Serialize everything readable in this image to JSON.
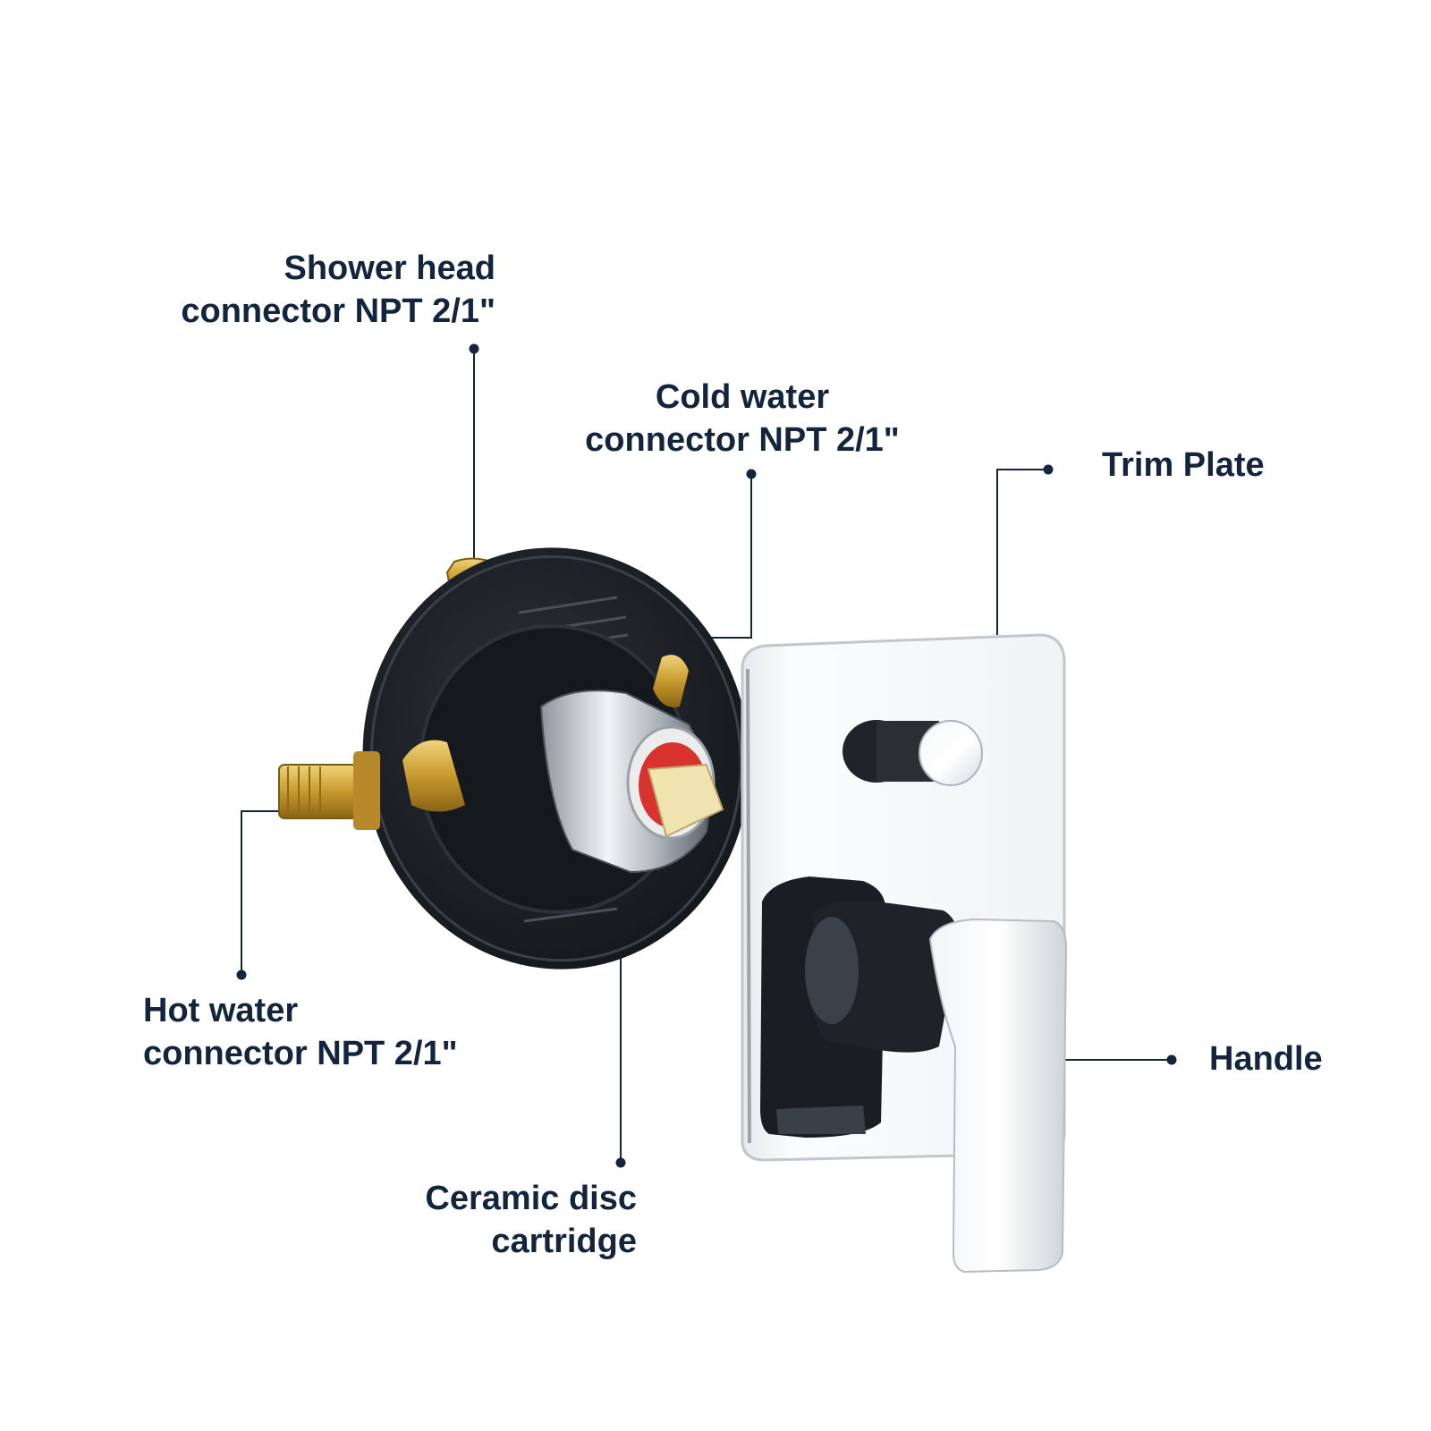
{
  "colors": {
    "label_text": "#13253c",
    "leader_line": "#13253c",
    "brass": "#c9a23a",
    "black_plastic": "#1c1f24",
    "chrome": "#d9dde2",
    "cartridge_red": "#d8332e",
    "stem": "#efe3b0"
  },
  "callouts": {
    "shower_head": {
      "line1": "Shower head",
      "line2": "connector NPT 2/1\""
    },
    "cold_water": {
      "line1": "Cold water",
      "line2": "connector NPT 2/1\""
    },
    "trim_plate": {
      "line1": "Trim Plate"
    },
    "hot_water": {
      "line1": "Hot water",
      "line2": "connector NPT 2/1\""
    },
    "ceramic_disc": {
      "line1": "Ceramic disc",
      "line2": "cartridge"
    },
    "handle": {
      "line1": "Handle"
    }
  },
  "icons": {
    "valve": "rough-in-valve-body",
    "trim": "chrome-trim-plate",
    "handle": "lever-handle",
    "diverter": "diverter-knob"
  }
}
